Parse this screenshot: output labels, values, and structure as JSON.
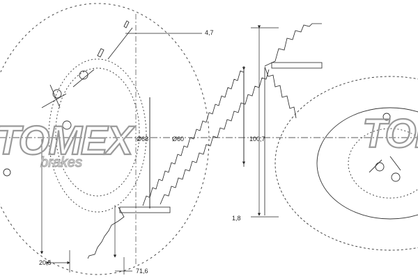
{
  "dimensions": {
    "outer_offset": "4,7",
    "bore_diameter": "Ø68",
    "hub_diameter": "Ø60",
    "inner_height": "100,7",
    "rim_thickness": "1,8",
    "width_small": "20,5",
    "overall_width": "71,6"
  },
  "watermark": {
    "brand": "TOMEX",
    "sub": "brakes"
  },
  "colors": {
    "line": "#222222",
    "watermark": "#9a9a9a"
  }
}
